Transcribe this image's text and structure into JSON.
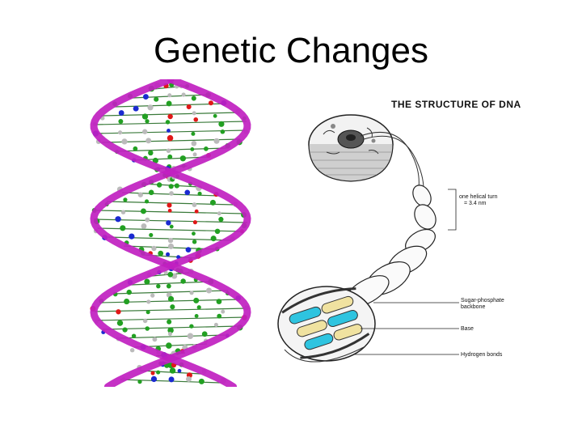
{
  "slide": {
    "title": "Genetic Changes"
  },
  "dna_diagram": {
    "title": "THE STRUCTURE OF DNA",
    "labels": {
      "helical_turn_line1": "one helical turn",
      "helical_turn_line2": "= 3.4 nm",
      "sugar_phosphate_line1": "Sugar-phosphate",
      "sugar_phosphate_line2": "backbone",
      "base": "Base",
      "hydrogen_bonds": "Hydrogen bonds"
    }
  },
  "colors": {
    "ribbon": "#c020c0",
    "carbon": "#22a022",
    "oxygen": "#e01818",
    "nitrogen": "#1a2ad0",
    "hydrogen": "#bbbbbb",
    "base_cyan": "#2ec4e0",
    "base_yellow": "#f0e2a0"
  }
}
